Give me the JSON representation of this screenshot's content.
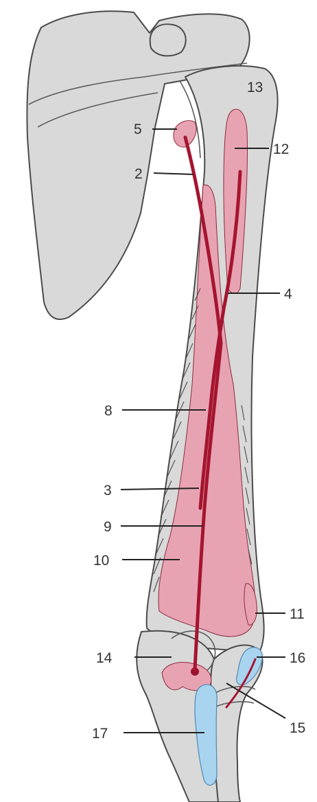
{
  "labels": {
    "l13": "13",
    "l5": "5",
    "l12": "12",
    "l2": "2",
    "l4": "4",
    "l8": "8",
    "l3": "3",
    "l9": "9",
    "l10": "10",
    "l11": "11",
    "l14": "14",
    "l16": "16",
    "l15": "15",
    "l17": "17"
  },
  "colors": {
    "bone": "#d9d9d9",
    "muscle": "#e8a3b3",
    "tendon": "#a5152f",
    "cartilage": "#a9d4ef"
  }
}
